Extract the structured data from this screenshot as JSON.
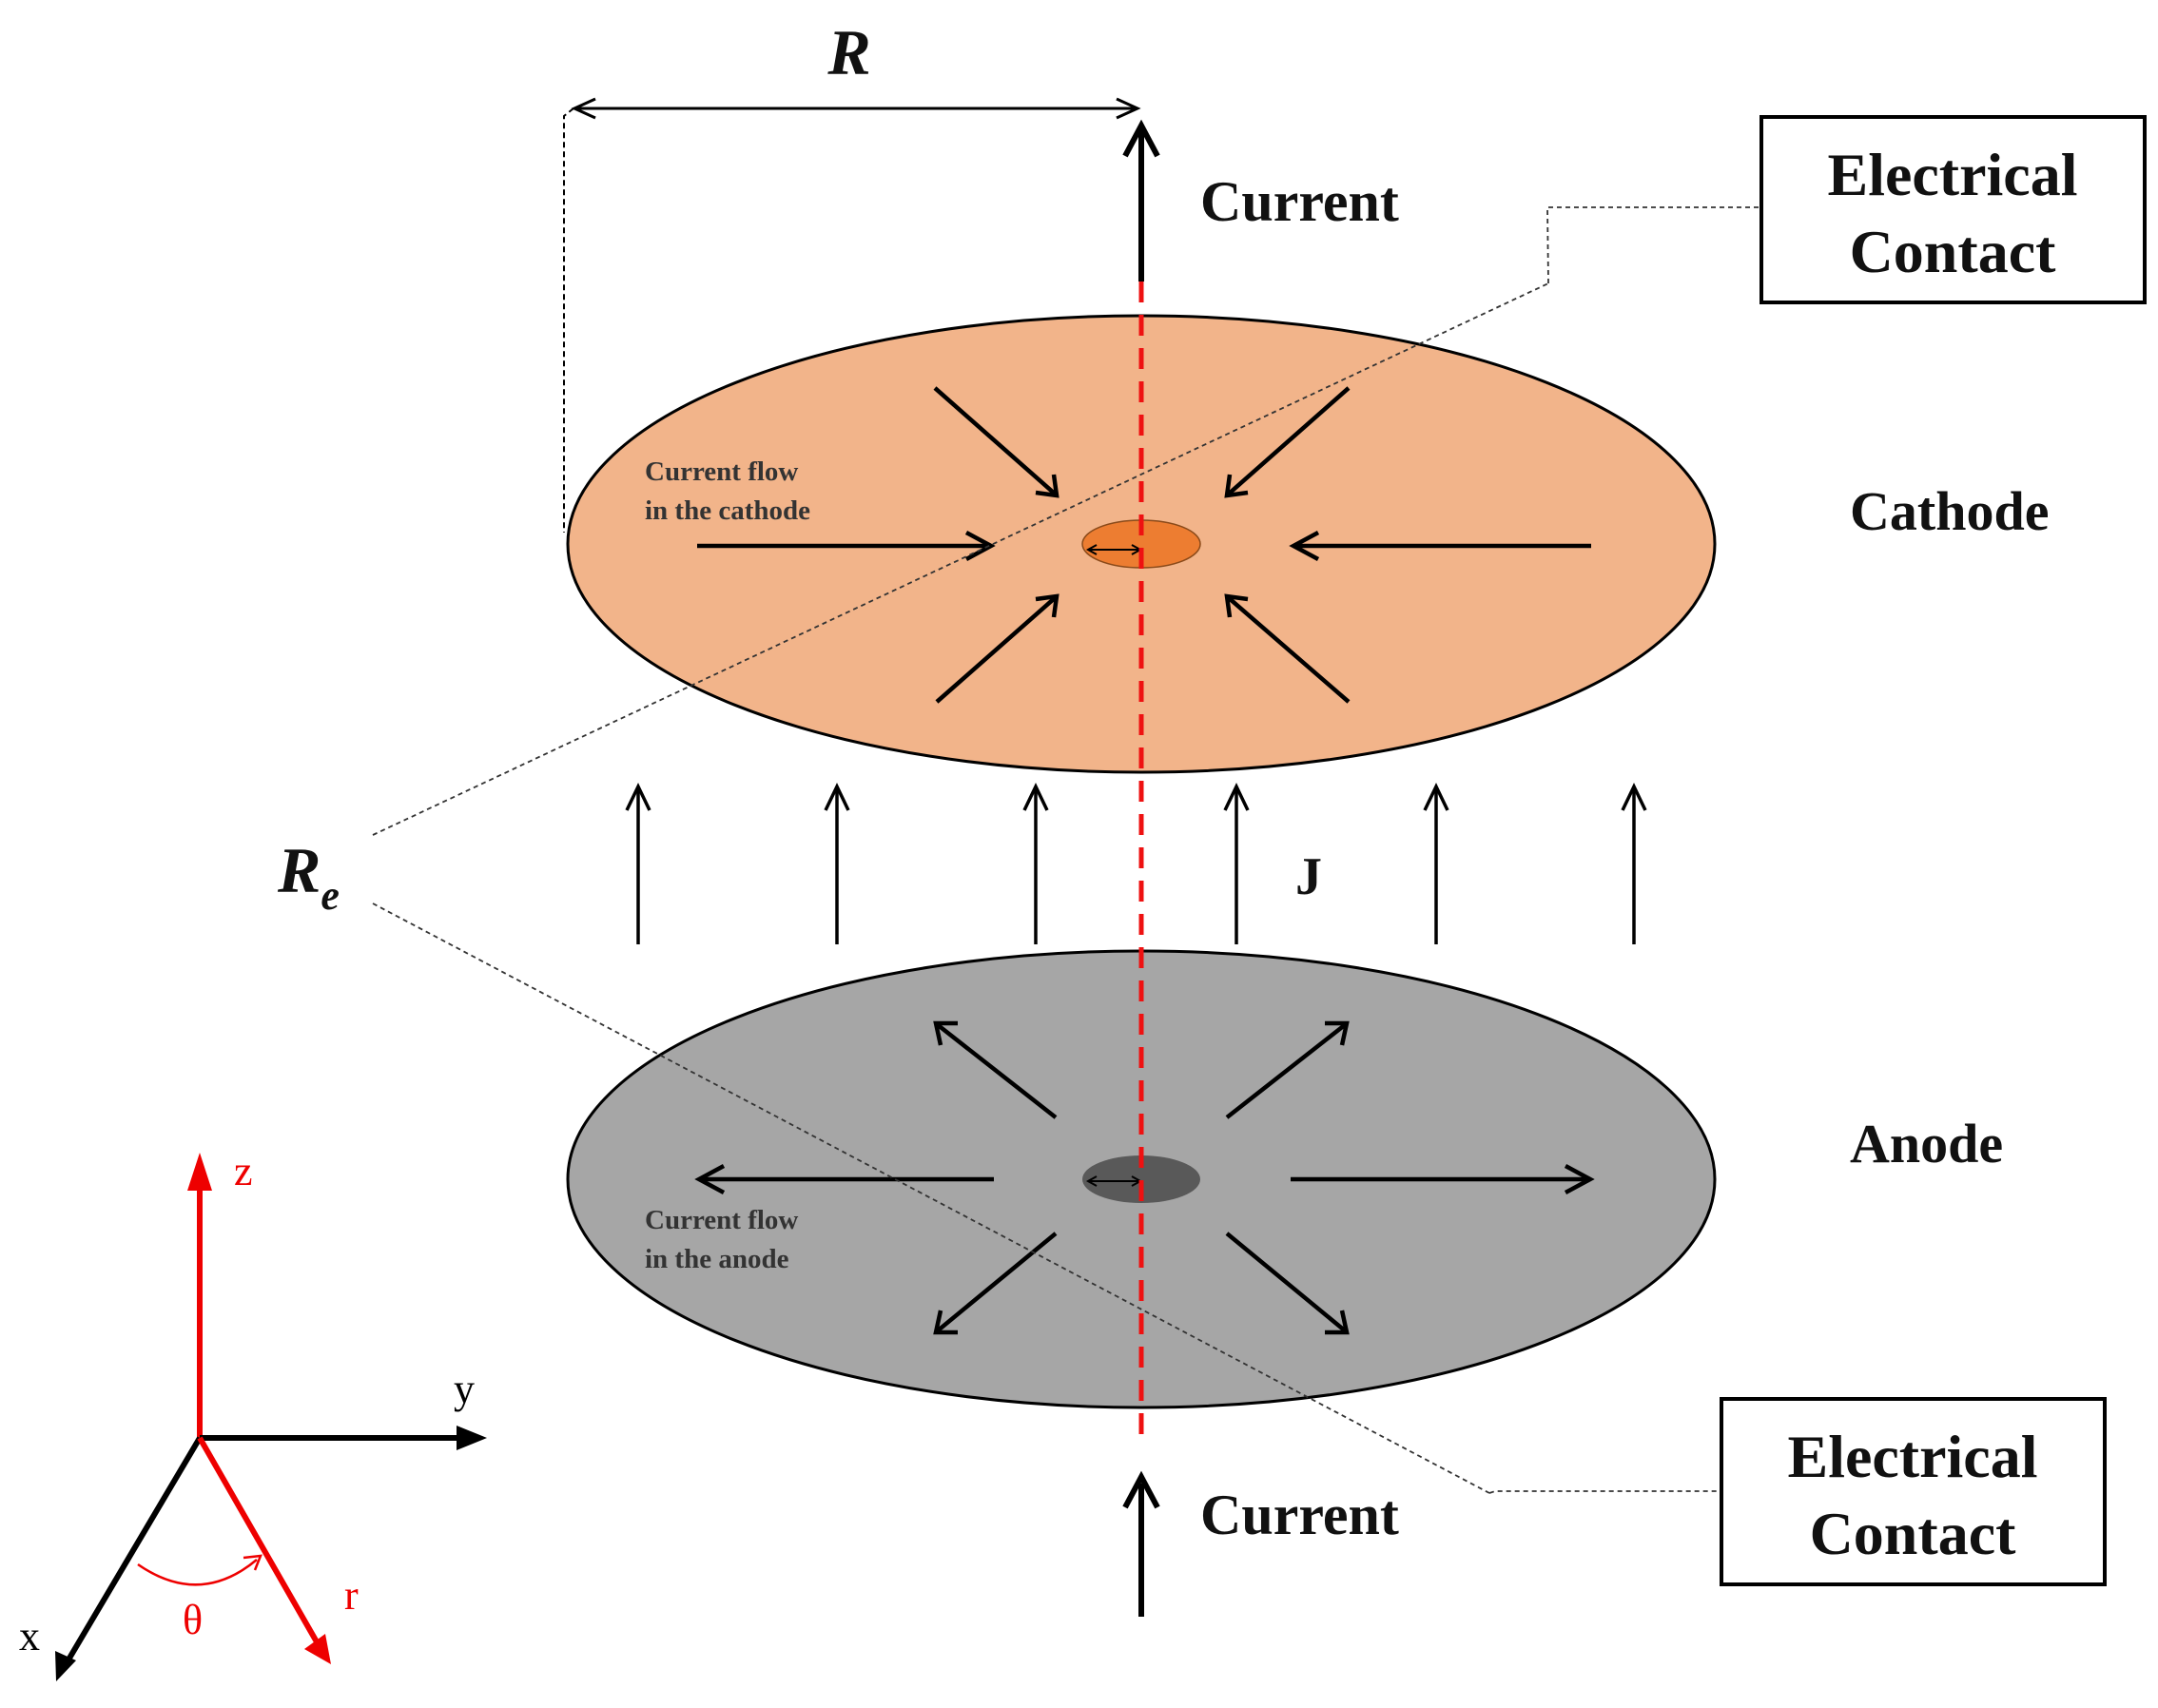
{
  "labels": {
    "R": "R",
    "Re_main": "R",
    "Re_sub": "e",
    "current_top": "Current",
    "current_bottom": "Current",
    "cathode": "Cathode",
    "anode": "Anode",
    "J": "J",
    "cathode_flow_line1": "Current flow",
    "cathode_flow_line2": "in the cathode",
    "anode_flow_line1": "Current flow",
    "anode_flow_line2": "in the anode"
  },
  "boxes": {
    "top": {
      "line1": "Electrical",
      "line2": "Contact"
    },
    "bottom": {
      "line1": "Electrical",
      "line2": "Contact"
    }
  },
  "axes": {
    "z": "z",
    "y": "y",
    "x": "x",
    "r": "r",
    "theta": "θ"
  },
  "colors": {
    "cathode_fill": "#f2b48a",
    "cathode_contact": "#ed7d31",
    "anode_fill": "#a6a6a6",
    "anode_contact": "#595959",
    "axis_red": "#ee0000",
    "center_line": "#ee1111"
  }
}
